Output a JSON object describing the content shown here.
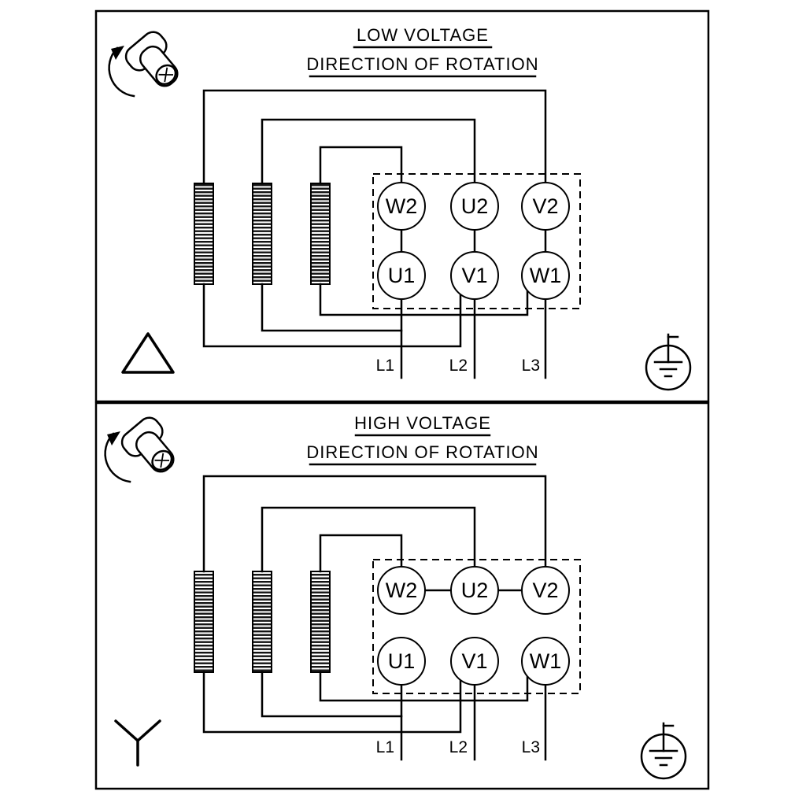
{
  "diagram": {
    "kind": "motor-terminal-wiring-diagram",
    "colors": {
      "line": "#000000",
      "background": "#ffffff"
    }
  },
  "panels": [
    {
      "title": "LOW VOLTAGE",
      "subtitle": "DIRECTION OF ROTATION",
      "connection_symbol": "delta",
      "terminals_top": [
        "W2",
        "U2",
        "V2"
      ],
      "terminals_bottom": [
        "U1",
        "V1",
        "W1"
      ],
      "supply_lines": [
        "L1",
        "L2",
        "L3"
      ]
    },
    {
      "title": "HIGH VOLTAGE",
      "subtitle": "DIRECTION OF ROTATION",
      "connection_symbol": "star",
      "terminals_top": [
        "W2",
        "U2",
        "V2"
      ],
      "terminals_bottom": [
        "U1",
        "V1",
        "W1"
      ],
      "supply_lines": [
        "L1",
        "L2",
        "L3"
      ]
    }
  ],
  "icons": {
    "motor": "motor-shaft-rotation-icon",
    "delta": "delta-connection-icon",
    "star": "star-connection-icon",
    "earth": "protective-earth-ground-icon"
  }
}
